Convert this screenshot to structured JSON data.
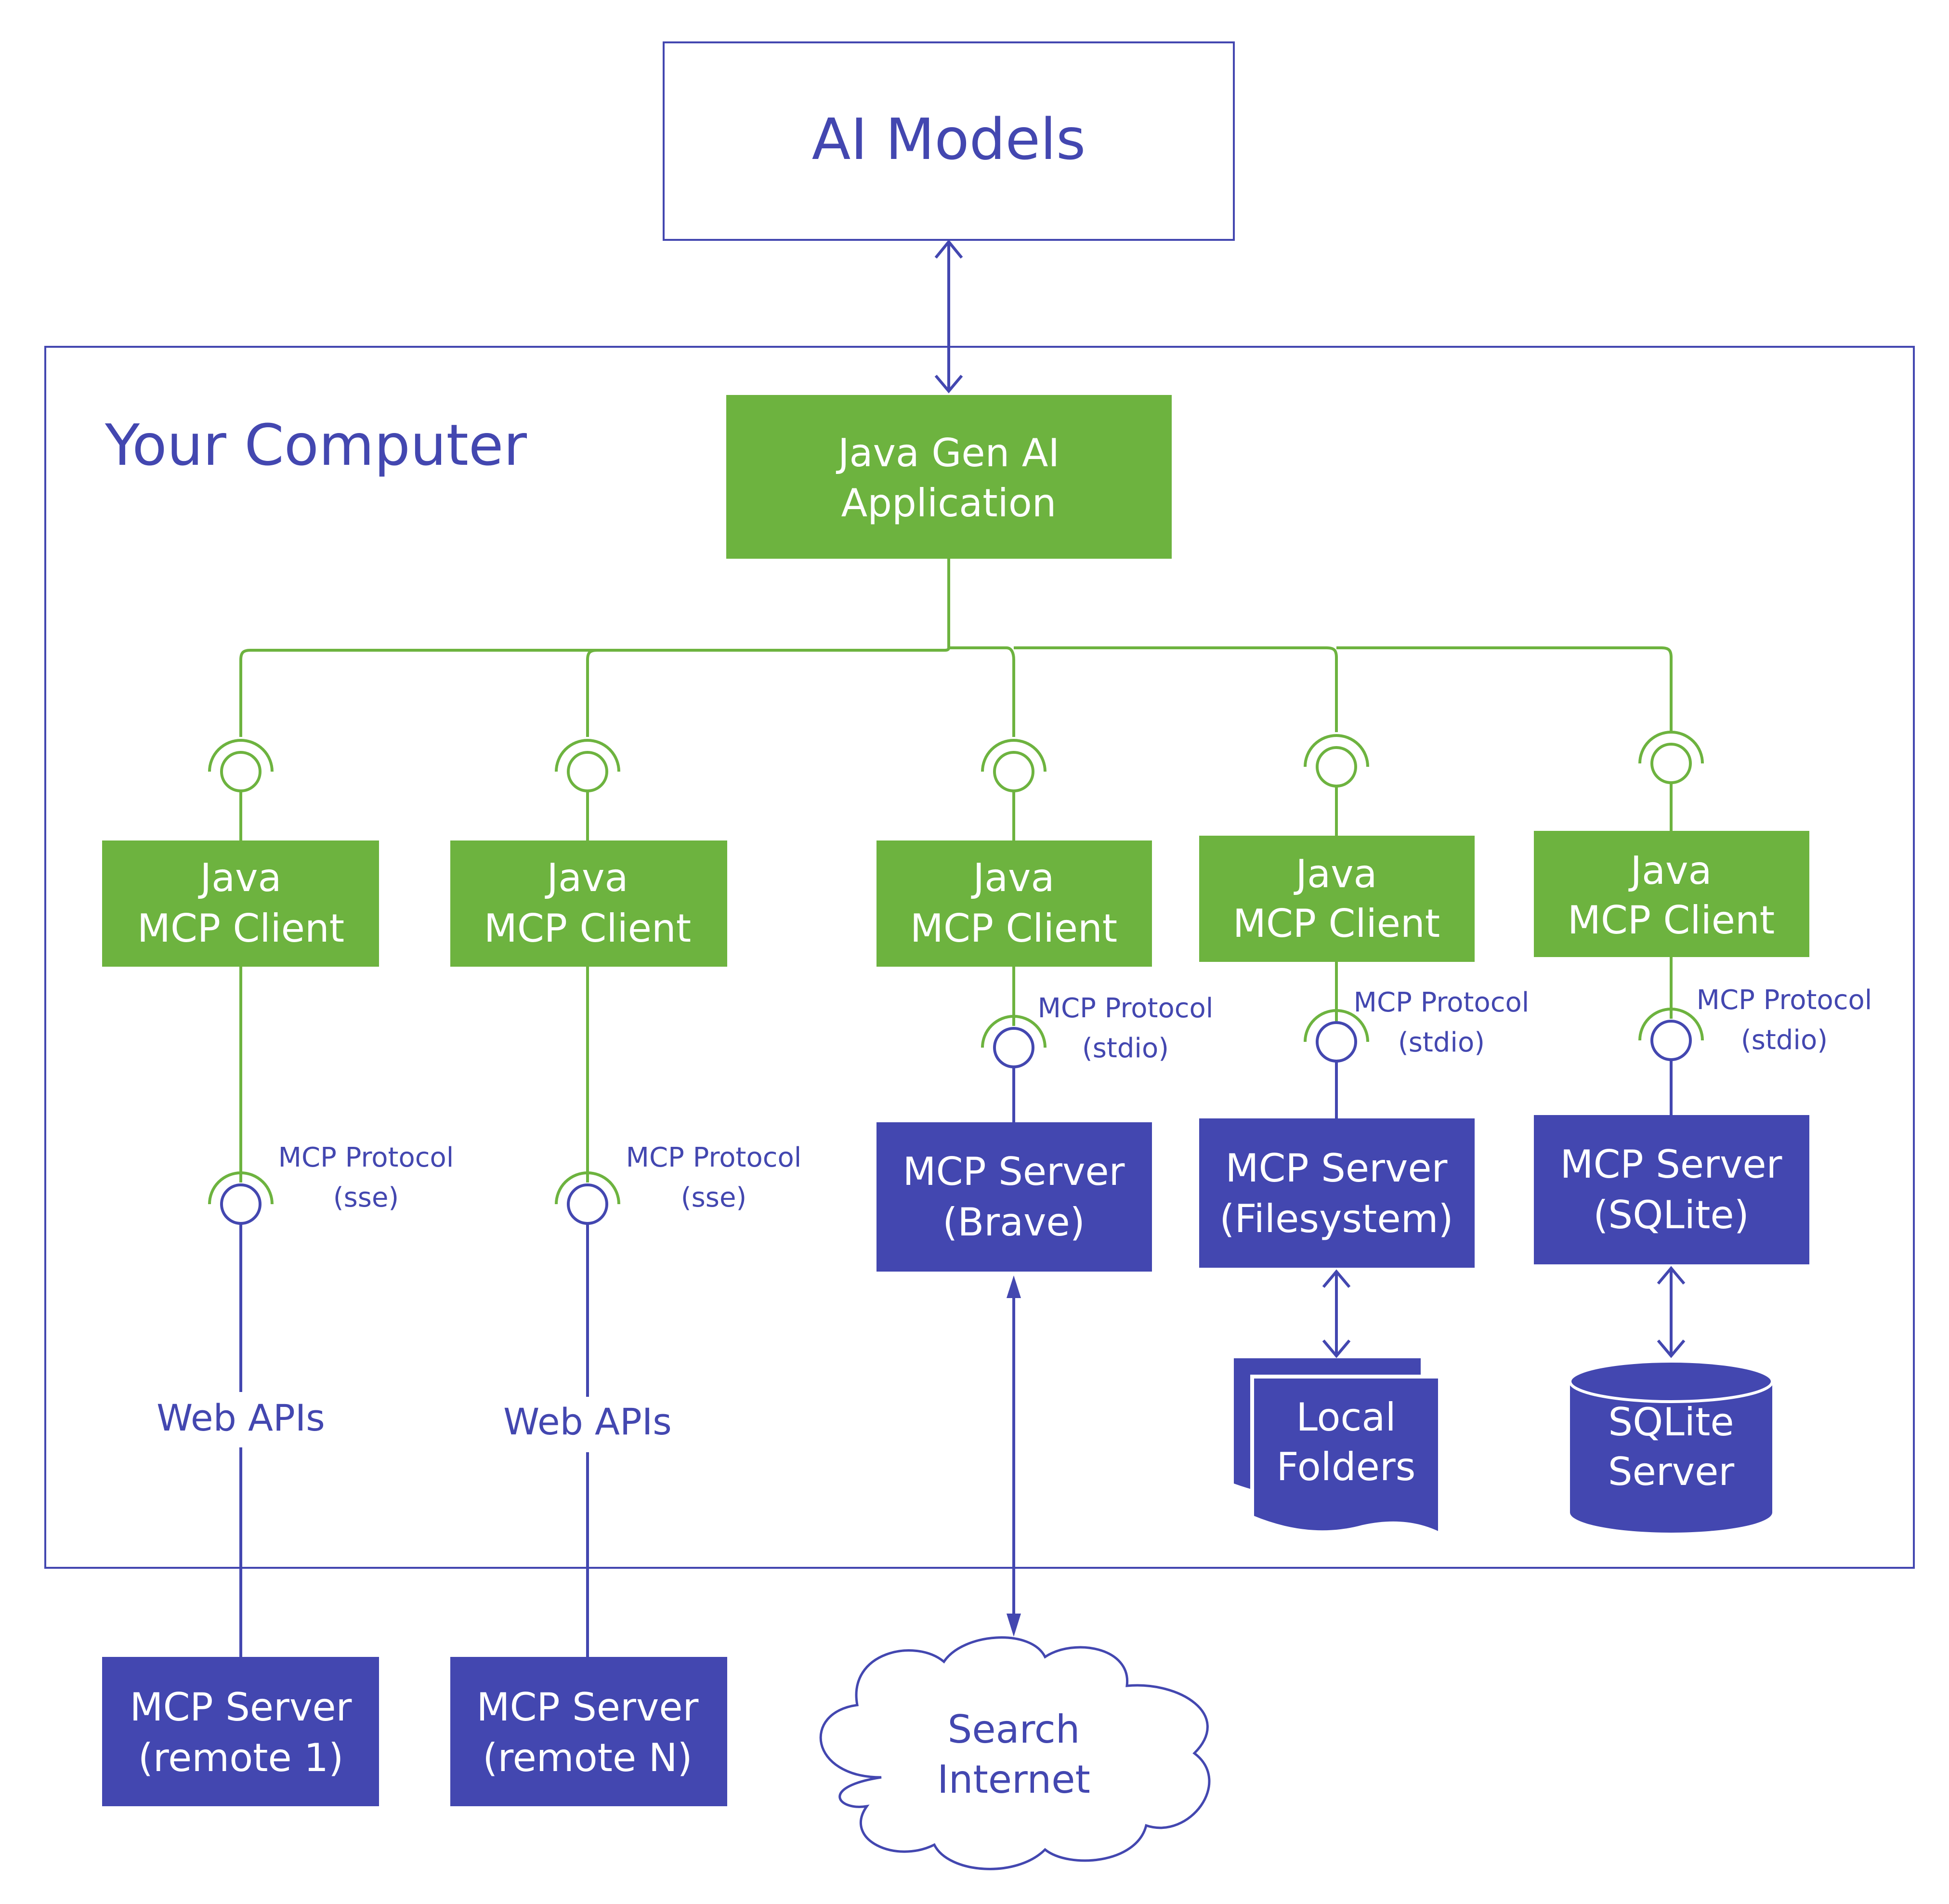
{
  "colors": {
    "blue": "#4347b0",
    "green": "#6db33f",
    "white": "#ffffff"
  },
  "ai_models": {
    "label": "AI Models"
  },
  "computer": {
    "title": "Your Computer"
  },
  "app": {
    "line1": "Java Gen AI",
    "line2": "Application"
  },
  "clients": [
    {
      "line1": "Java",
      "line2": "MCP Client"
    },
    {
      "line1": "Java",
      "line2": "MCP Client"
    },
    {
      "line1": "Java",
      "line2": "MCP Client"
    },
    {
      "line1": "Java",
      "line2": "MCP Client"
    },
    {
      "line1": "Java",
      "line2": "MCP Client"
    }
  ],
  "protocols": [
    {
      "line1": "MCP Protocol",
      "line2": "(sse)"
    },
    {
      "line1": "MCP Protocol",
      "line2": "(sse)"
    },
    {
      "line1": "MCP Protocol",
      "line2": "(stdio)"
    },
    {
      "line1": "MCP Protocol",
      "line2": "(stdio)"
    },
    {
      "line1": "MCP Protocol",
      "line2": "(stdio)"
    }
  ],
  "web_apis": [
    "Web APIs",
    "Web APIs"
  ],
  "local_servers": [
    {
      "line1": "MCP Server",
      "line2": "(Brave)"
    },
    {
      "line1": "MCP Server",
      "line2": "(Filesystem)"
    },
    {
      "line1": "MCP Server",
      "line2": "(SQLite)"
    }
  ],
  "remote_servers": [
    {
      "line1": "MCP Server",
      "line2": "(remote 1)"
    },
    {
      "line1": "MCP Server",
      "line2": "(remote N)"
    }
  ],
  "folders": {
    "line1": "Local",
    "line2": "Folders"
  },
  "sqlite": {
    "line1": "SQLite",
    "line2": "Server"
  },
  "internet": {
    "line1": "Search",
    "line2": "Internet"
  }
}
